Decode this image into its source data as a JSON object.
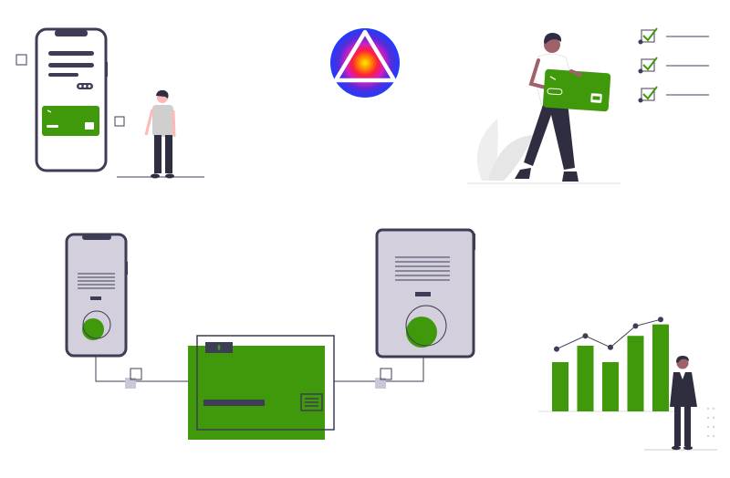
{
  "colors": {
    "accent_green": "#3f990b",
    "dark_outline": "#3f3d56",
    "device_fill": "#d3cfdd",
    "skin_dark": "#9f616a",
    "skin_light": "#ffb8b8",
    "shirt_gray": "#cfcfcf",
    "suit_dark": "#2f2e41",
    "connector_square": "#cac7d8",
    "line_gray": "#c8c8c8",
    "plant_gray": "#eeeeee",
    "pants_dark": "#2f2e41"
  },
  "icons": {
    "logo": "triangle-in-rainbow-circle-icon",
    "checkbox": "checkmark-box-icon",
    "card_chip": "card-chip-icon"
  },
  "chart_data": {
    "type": "bar",
    "values": [
      3,
      4,
      3,
      4.6,
      5.3
    ],
    "trend_line": [
      3.8,
      4.6,
      3.9,
      5.2,
      5.6
    ],
    "ylim": [
      0,
      6
    ],
    "grid": false
  },
  "checklist": {
    "items": [
      {
        "checked": true
      },
      {
        "checked": true
      },
      {
        "checked": true
      }
    ]
  }
}
